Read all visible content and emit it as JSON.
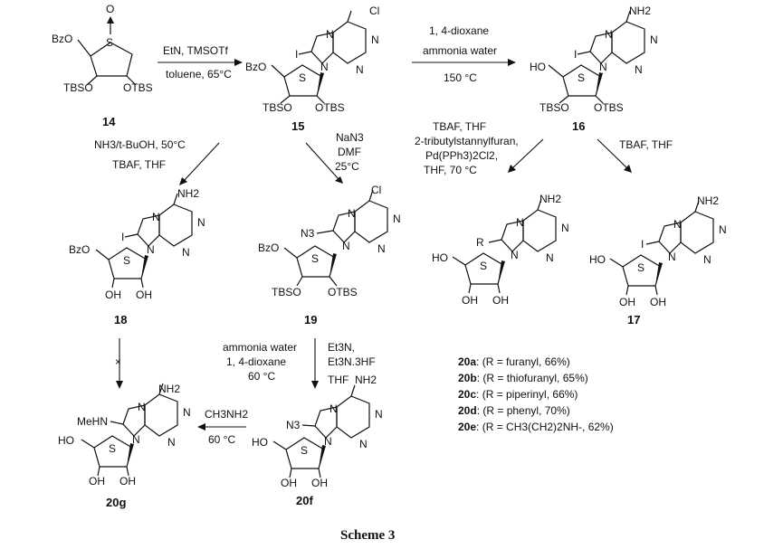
{
  "caption": "Scheme 3",
  "atoms": {
    "o": "O",
    "s": "S",
    "n": "N",
    "cl": "Cl",
    "i": "I",
    "nh2": "NH2",
    "bzo": "BzO",
    "ho": "HO",
    "tbso": "TBSO",
    "otbs": "OTBS",
    "oh": "OH",
    "n3": "N3",
    "r": "R",
    "mehn": "MeHN"
  },
  "compounds": {
    "c14": "14",
    "c15": "15",
    "c16": "16",
    "c17": "17",
    "c18": "18",
    "c19": "19",
    "c20f": "20f",
    "c20g": "20g"
  },
  "conditions": {
    "a1": "EtN, TMSOTf",
    "a2": "toluene, 65°C",
    "b1": "1, 4-dioxane",
    "b2": "ammonia water",
    "b3": "150 °C",
    "c1": "NH3/t-BuOH, 50°C",
    "c2": "TBAF, THF",
    "d1": "NaN3",
    "d2": "DMF",
    "d3": "25°C",
    "e1": "TBAF, THF",
    "e2": "2-tributylstannylfuran,",
    "e3": "Pd(PPh3)2Cl2,",
    "e4": "THF, 70 °C",
    "f1": "TBAF, THF",
    "g1": "ammonia water",
    "g2": "1, 4-dioxane",
    "g3": "60 °C",
    "h1": "Et3N,",
    "h2": "Et3N.3HF",
    "h3": "THF",
    "i1": "CH3NH2",
    "i2": "60 °C",
    "blocked": "×"
  },
  "derivatives": [
    {
      "id": "20a",
      "text": ": (R = furanyl, 66%)"
    },
    {
      "id": "20b",
      "text": ": (R = thiofuranyl, 65%)"
    },
    {
      "id": "20c",
      "text": ": (R = piperinyl, 66%)"
    },
    {
      "id": "20d",
      "text": ": (R = phenyl, 70%)"
    },
    {
      "id": "20e",
      "text": ": (R = CH3(CH2)2NH-, 62%)"
    }
  ]
}
